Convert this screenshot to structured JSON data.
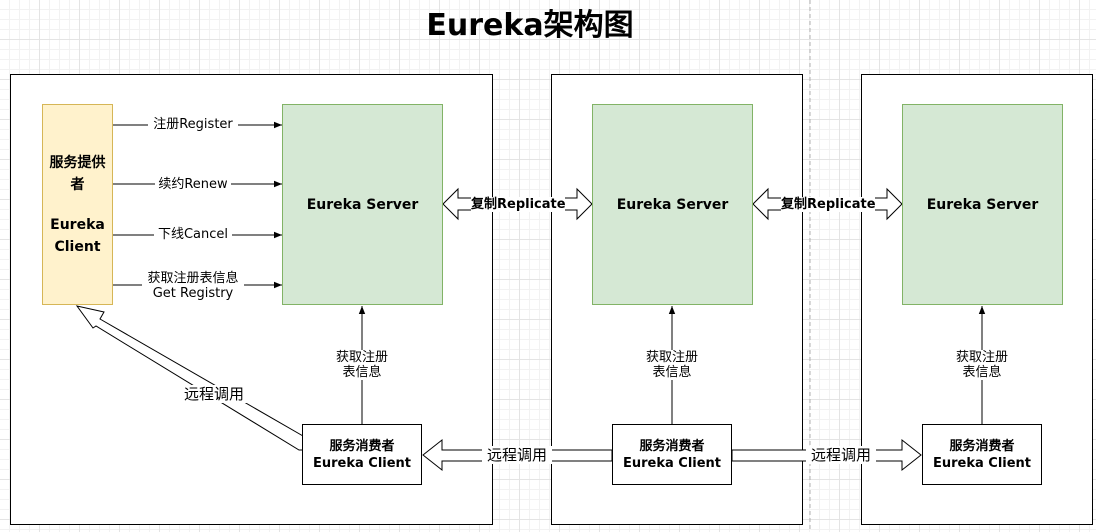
{
  "title": "Eureka架构图",
  "provider": {
    "line1": "服务提供",
    "line2": "者",
    "line3": "Eureka",
    "line4": "Client"
  },
  "servers": [
    {
      "label": "Eureka Server"
    },
    {
      "label": "Eureka Server"
    },
    {
      "label": "Eureka Server"
    }
  ],
  "consumers": [
    {
      "line1": "服务消费者",
      "line2": "Eureka Client"
    },
    {
      "line1": "服务消费者",
      "line2": "Eureka Client"
    },
    {
      "line1": "服务消费者",
      "line2": "Eureka Client"
    }
  ],
  "provider_arrows": {
    "register": "注册Register",
    "renew": "续约Renew",
    "cancel": "下线Cancel",
    "get_registry_line1": "获取注册表信息",
    "get_registry_line2": "Get Registry"
  },
  "fetch_registry": {
    "line1": "获取注册",
    "line2": "表信息"
  },
  "replicate_label": "复制Replicate",
  "remote_call_label": "远程调用"
}
